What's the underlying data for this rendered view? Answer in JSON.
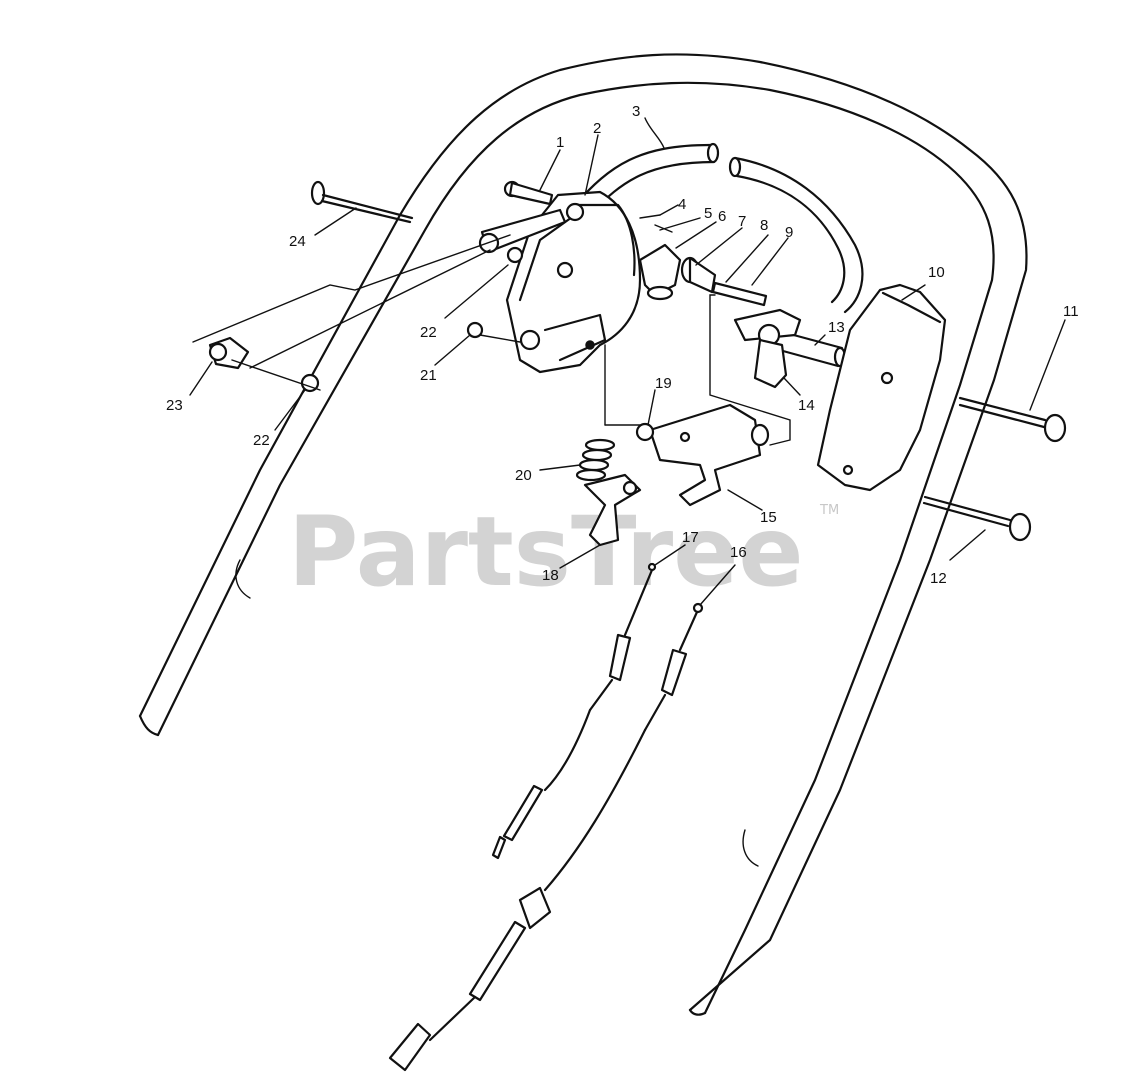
{
  "watermark": {
    "brand": "PartsTree",
    "trademark": "TM"
  },
  "callouts": [
    "1",
    "2",
    "3",
    "4",
    "5",
    "6",
    "7",
    "8",
    "9",
    "10",
    "11",
    "12",
    "13",
    "14",
    "15",
    "16",
    "17",
    "18",
    "19",
    "20",
    "21",
    "22",
    "22",
    "23",
    "24"
  ]
}
